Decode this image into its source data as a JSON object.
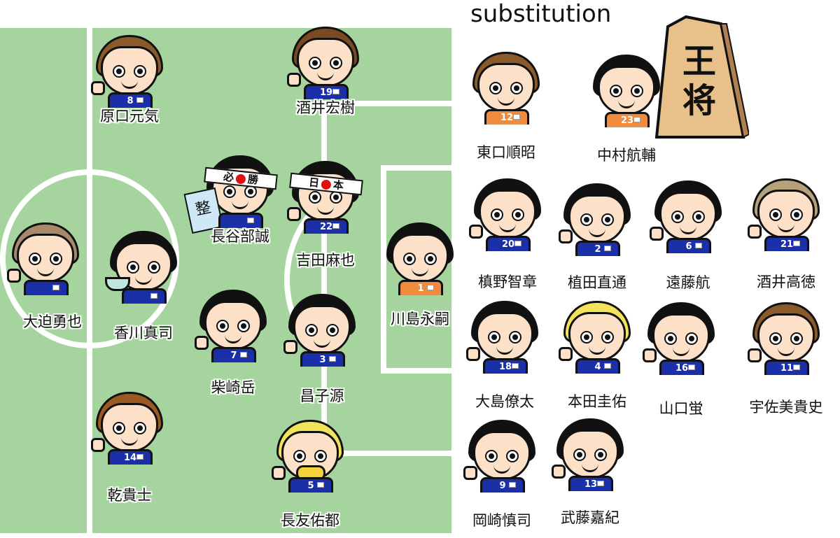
{
  "title": "substitution",
  "colors": {
    "pitch": "#a5d49e",
    "lines": "#ffffff",
    "jersey": "#1b2fa8",
    "gk_jersey": "#f08a3c"
  },
  "field": {
    "players": [
      {
        "name": "原口元気",
        "number": "8"
      },
      {
        "name": "酒井宏樹",
        "number": "19"
      },
      {
        "name": "長谷部誠",
        "number": "",
        "headband": "必勝",
        "book": "整"
      },
      {
        "name": "吉田麻也",
        "number": "22",
        "headband": "日本"
      },
      {
        "name": "大迫勇也",
        "number": ""
      },
      {
        "name": "香川真司",
        "number": ""
      },
      {
        "name": "川島永嗣",
        "number": "1"
      },
      {
        "name": "柴崎岳",
        "number": "7"
      },
      {
        "name": "昌子源",
        "number": "3"
      },
      {
        "name": "乾貴士",
        "number": "14"
      },
      {
        "name": "長友佑都",
        "number": "5"
      }
    ]
  },
  "bench": {
    "shogi_piece": "王将",
    "players": [
      {
        "name": "東口順昭",
        "number": "12"
      },
      {
        "name": "中村航輔",
        "number": "23"
      },
      {
        "name": "槙野智章",
        "number": "20"
      },
      {
        "name": "植田直通",
        "number": "2"
      },
      {
        "name": "遠藤航",
        "number": "6"
      },
      {
        "name": "酒井高徳",
        "number": "21"
      },
      {
        "name": "大島僚太",
        "number": "18"
      },
      {
        "name": "本田圭佑",
        "number": "4"
      },
      {
        "name": "山口蛍",
        "number": "16"
      },
      {
        "name": "宇佐美貴史",
        "number": "11"
      },
      {
        "name": "岡崎慎司",
        "number": "9"
      },
      {
        "name": "武藤嘉紀",
        "number": "13"
      }
    ]
  }
}
